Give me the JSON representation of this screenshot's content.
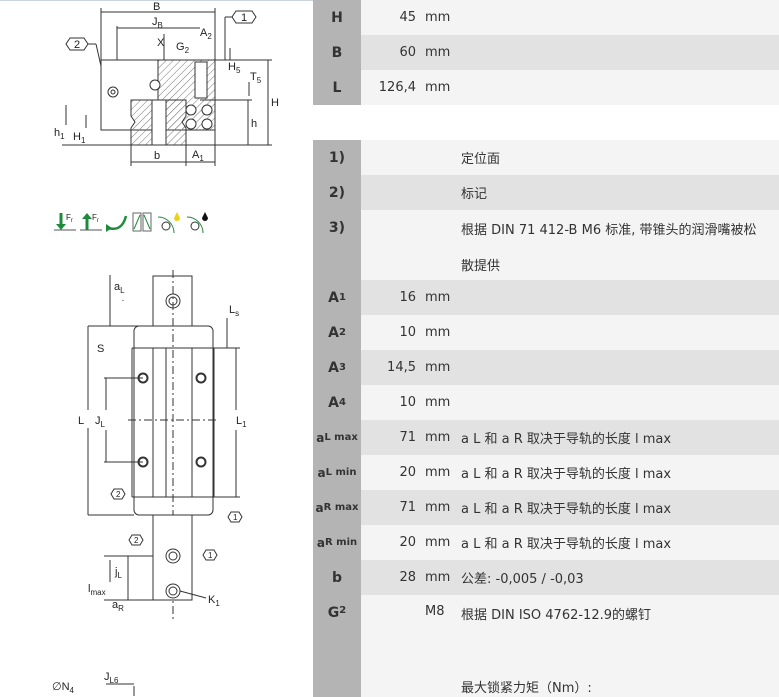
{
  "dimensions": [
    {
      "label": "H",
      "value": "45",
      "unit": "mm"
    },
    {
      "label": "B",
      "value": "60",
      "unit": "mm"
    },
    {
      "label": "L",
      "value": "126,4",
      "unit": "mm"
    }
  ],
  "notes": [
    {
      "label": "1)",
      "text": "定位面"
    },
    {
      "label": "2)",
      "text": "标记"
    },
    {
      "label": "3)",
      "text": "根据 DIN 71 412-B M6 标准, 带锥头的润滑嘴被松",
      "text2": "散提供"
    }
  ],
  "params": [
    {
      "label": "A",
      "sub": "1",
      "value": "16",
      "unit": "mm",
      "note": ""
    },
    {
      "label": "A",
      "sub": "2",
      "value": "10",
      "unit": "mm",
      "note": ""
    },
    {
      "label": "A",
      "sub": "3",
      "value": "14,5",
      "unit": "mm",
      "note": ""
    },
    {
      "label": "A",
      "sub": "4",
      "value": "10",
      "unit": "mm",
      "note": ""
    },
    {
      "label": "a",
      "sub": "L max",
      "value": "71",
      "unit": "mm",
      "note": "a L 和 a R 取决于导轨的长度 l max"
    },
    {
      "label": "a",
      "sub": "L min",
      "value": "20",
      "unit": "mm",
      "note": "a L 和 a R 取决于导轨的长度 l max"
    },
    {
      "label": "a",
      "sub": "R max",
      "value": "71",
      "unit": "mm",
      "note": "a L 和 a R 取决于导轨的长度 l max"
    },
    {
      "label": "a",
      "sub": "R min",
      "value": "20",
      "unit": "mm",
      "note": "a L 和 a R 取决于导轨的长度 l max"
    },
    {
      "label": "b",
      "sub": "",
      "value": "28",
      "unit": "mm",
      "note": "公差: -0,005 / -0,03"
    }
  ],
  "g2": {
    "label": "G",
    "sub": "2",
    "value": "M8",
    "note": "根据 DIN ISO 4762-12.9的螺钉",
    "note2": "最大锁紧力矩（Nm）:"
  },
  "drawing_labels": {
    "B": "B",
    "JB": "J",
    "JB_sub": "B",
    "X": "X",
    "G2": "G",
    "G2_sub": "2",
    "A2": "A",
    "A2_sub": "2",
    "H5": "H",
    "H5_sub": "5",
    "T5": "T",
    "T5_sub": "5",
    "H": "H",
    "h": "h",
    "h1": "h",
    "h1_sub": "1",
    "H1": "H",
    "H1_sub": "1",
    "b": "b",
    "A1": "A",
    "A1_sub": "1",
    "c1": "1",
    "c2": "2",
    "Fr": "F",
    "Fr_sub": "r",
    "aL": "a",
    "aL_sub": "L",
    "Ls": "L",
    "Ls_sub": "s",
    "S": "S",
    "L": "L",
    "JL": "J",
    "JL_sub": "L",
    "L1": "L",
    "L1_sub": "1",
    "jL": "j",
    "jL_sub": "L",
    "lmax": "l",
    "lmax_sub": "max",
    "aR": "a",
    "aR_sub": "R",
    "K1": "K",
    "K1_sub": "1",
    "N4": "∅N",
    "N4_sub": "4",
    "JL6": "J",
    "JL6_sub": "L6"
  },
  "colors": {
    "label_col": "#b4b4b4",
    "row_light": "#f4f4f4",
    "row_dark": "#e2e2e2",
    "icon_green": "#1e8a3c",
    "icon_yellow": "#e8d21a"
  }
}
